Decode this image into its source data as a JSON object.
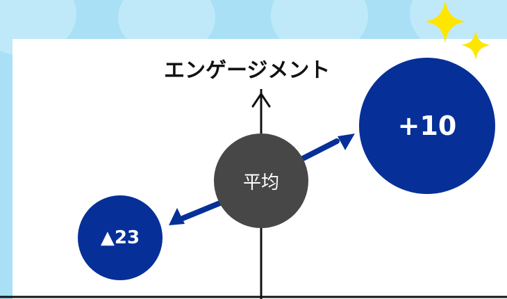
{
  "axis": {
    "title": "エンゲージメント"
  },
  "bubbles": {
    "average": {
      "label": "平均"
    },
    "high": {
      "label": "+10"
    },
    "low": {
      "label": "▲23"
    }
  },
  "colors": {
    "background": "#a9e0f6",
    "panel": "#ffffff",
    "navy": "#063098",
    "gray": "#474747",
    "sparkle": "#ffe600"
  }
}
